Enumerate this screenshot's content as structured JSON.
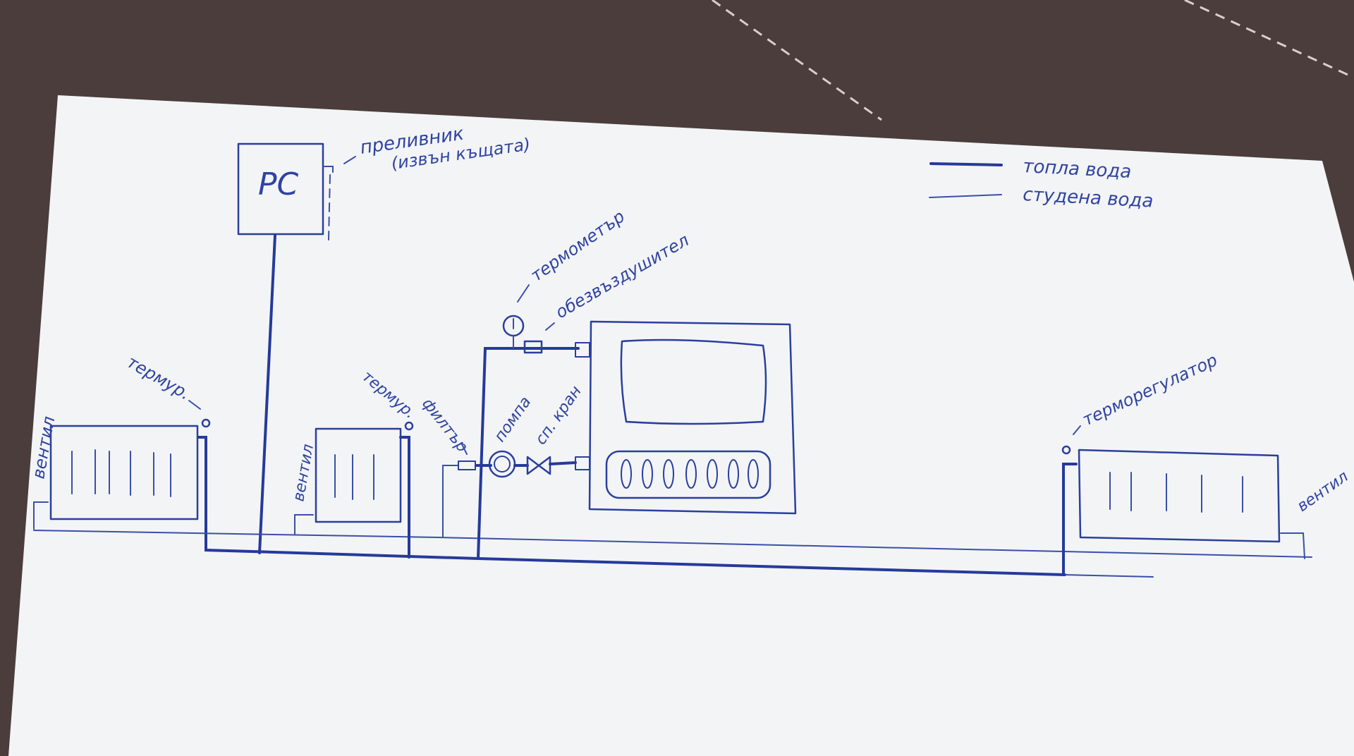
{
  "diagram": {
    "boiler_label": "PC",
    "overflow_vessel_label": "преливник",
    "overflow_vessel_note": "(извън къщата)",
    "legend": {
      "hot_water": "топла вода",
      "cold_water": "студена вода"
    },
    "thermometer_label": "термометър",
    "air_vent_label": "обезвъздушител",
    "pump_label": "помпа",
    "drain_valve_label": "сп. кран",
    "filter_label": "филтър",
    "radiator_left": {
      "thermo_label": "термур.",
      "valve_label": "вентил"
    },
    "radiator_middle": {
      "thermo_label": "термур.",
      "valve_label": "вентил"
    },
    "radiator_right": {
      "thermo_label": "терморегулатор",
      "valve_label": "вентил"
    }
  },
  "colors": {
    "ink": "#2a3f9e",
    "paper": "#f3f4f6",
    "background": "#4a3d3c"
  }
}
